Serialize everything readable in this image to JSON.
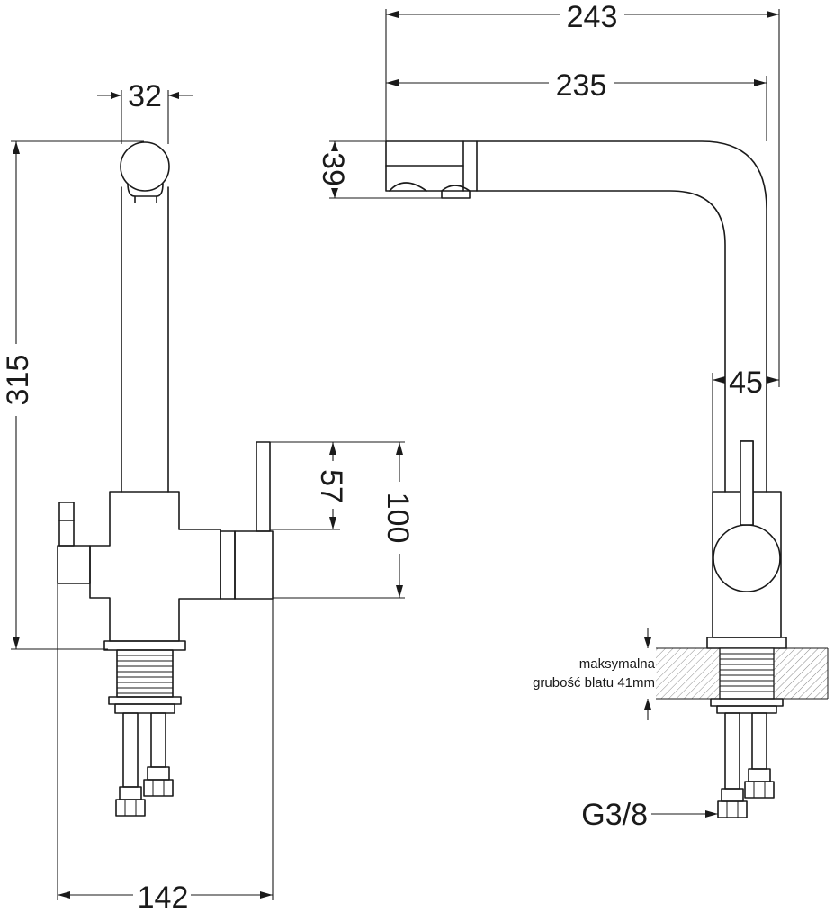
{
  "dimensions": {
    "overall_reach": "243",
    "spout_reach": "235",
    "spout_head_height": "39",
    "body_width_side": "45",
    "handle_top_diameter": "32",
    "total_height": "315",
    "lever_height": "57",
    "lever_top_height": "100",
    "base_width": "142"
  },
  "notes": {
    "countertop_line1": "maksymalna",
    "countertop_line2": "grubość blatu 41mm",
    "connection_thread": "G3/8"
  },
  "colors": {
    "line": "#1a1a1a",
    "background": "#ffffff"
  }
}
